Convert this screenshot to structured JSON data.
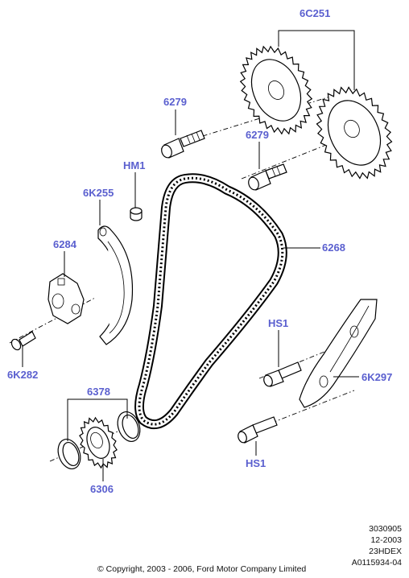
{
  "callouts": {
    "cam_sprocket": "6C251",
    "bolt_upper": "6279",
    "bolt_lower": "6279",
    "dowel": "HM1",
    "tensioner_guide": "6K255",
    "tensioner": "6284",
    "tensioner_bolt": "6K282",
    "chain": "6268",
    "guide_bolt_upper": "HS1",
    "guide_bolt_lower": "HS1",
    "chain_guide": "6K297",
    "washers": "6378",
    "crank_sprocket": "6306"
  },
  "meta": {
    "line1": "3030905",
    "line2": "12-2003",
    "line3": "23HDEX",
    "line4": "A0115934-04"
  },
  "copyright": "© Copyright, 2003 - 2006, Ford Motor Company Limited"
}
